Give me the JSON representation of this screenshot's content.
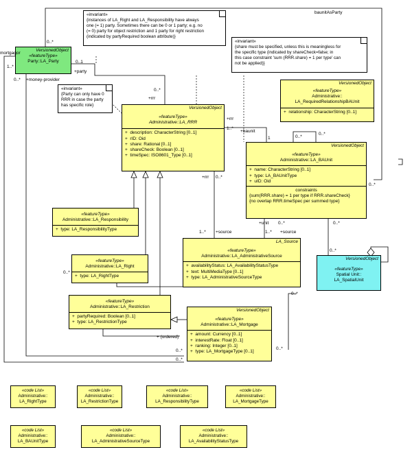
{
  "notes": {
    "n1": {
      "title": "«invariant»",
      "lines": [
        "{instances of LA_Right and LA_Responsibility have always",
        "one (= 1) party. Sometimes there can be 0 or 1 party; e.g. no",
        "(= 0) party for object restriction and 1 party for right restriction",
        "(indicated by partyRequired boolean attribute)}"
      ]
    },
    "n2": {
      "title": "«invariant»",
      "lines": [
        "{share must be specified, unless this is meaningless for",
        "the specific type (indicated by shareCheck=false; in",
        "this case constraint 'sum (RRR.share) = 1 per type' can",
        "not be applied)}"
      ]
    },
    "n3": {
      "title": "«invariant»",
      "lines": [
        "{Party can only have 0",
        "RRR in case the party",
        "has specific role}"
      ]
    }
  },
  "classes": {
    "party": {
      "vo": "VersionedObject",
      "stereo": "«featureType»",
      "name": "Party::LA_Party"
    },
    "rrr": {
      "vo": "VersionedObject",
      "stereo": "«featureType»",
      "name": "Administrative::LA_RRR",
      "attrs": [
        "description: CharacterString [0..1]",
        "rID: Oid",
        "share: Rational [0..1]",
        "shareCheck: Boolean [0..1]",
        "timeSpec: ISO8601_Type [0..1]"
      ]
    },
    "reqrel": {
      "vo": "VersionedObject",
      "stereo": "«featureType»",
      "name1": "Administrative::",
      "name2": "LA_RequiredRelationshipBAUnit",
      "attrs": [
        "relationship: CharacterString [0..1]"
      ]
    },
    "baunit": {
      "vo": "VersionedObject",
      "stereo": "«featureType»",
      "name": "Administrative::LA_BAUnit",
      "attrs": [
        "name: CharacterString [0..1]",
        "type: LA_BAUnitType",
        "uID: Oid"
      ],
      "constraints_title": "constraints",
      "constraints": [
        "{sum(RRR.share) = 1 per type if RRR.shareCheck}",
        "{no overlap RRR.timeSpec per summed type}"
      ]
    },
    "resp": {
      "stereo": "«featureType»",
      "name": "Administrative::LA_Responsibility",
      "attrs": [
        "type: LA_ResponsibilityType"
      ]
    },
    "right": {
      "stereo": "«featureType»",
      "name": "Administrative::LA_Right",
      "attrs": [
        "type: LA_RightType"
      ]
    },
    "source": {
      "vo": "LA_Source",
      "stereo": "«featureType»",
      "name": "Administrative::LA_AdministrativeSource",
      "attrs": [
        "availabilityStatus: LA_AvailabilityStatusType",
        "text: MultiMediaType [0..1]",
        "type: LA_AdministrativeSourceType"
      ]
    },
    "restr": {
      "stereo": "«featureType»",
      "name": "Administrative::LA_Restriction",
      "attrs": [
        "partyRequired: Boolean [0..1]",
        "type: LA_RestrictionType"
      ]
    },
    "mortgage": {
      "vo": "VersionedObject",
      "stereo": "«featureType»",
      "name": "Administrative::LA_Mortgage",
      "attrs": [
        "amount: Currency [0..1]",
        "interestRate: Float [0..1]",
        "ranking: Integer [0..1]",
        "type: LA_MortgageType [0..1]"
      ]
    },
    "spatial": {
      "vo": "VersionedObject",
      "stereo": "«featureType»",
      "name1": "Spatial Unit::",
      "name2": "LA_SpatialUnit"
    }
  },
  "labels": {
    "bau_as_party": "baunitAsParty",
    "mortgagor": "mortgagor",
    "party_m1": "0..*",
    "party_m2": "0..1",
    "party_m3": "1..*",
    "party_role": "+party",
    "money_m": "0..*",
    "money_role": "+money-provider",
    "rrr_m1": "0..*",
    "rrr_role1": "+rrr",
    "rrr_role2": "+rrr",
    "rrr_m2": "1..*",
    "baunit_role": "+baunit",
    "baunit_m1": "1",
    "rrr_role3": "+rrr",
    "rrr_m3": "0..*",
    "source_m1": "1..*",
    "source_role": "+source",
    "req_m1": "0..*",
    "req_m2": "0..*",
    "unit_role": "+unit",
    "unit_m1": "0..*",
    "src_role2": "+source",
    "src_m2": "1..*",
    "unit_m2": "0..*",
    "spatial_m1": "0..*",
    "bau_m_right": "0..*",
    "right_m": "0..*",
    "ordered": "+ (ordered)",
    "restr_m": "0..*",
    "mort_m": "0..*",
    "src_m3": "0..*",
    "mortgagor_m": "0..*"
  },
  "codelists": [
    {
      "stereo": "«code List»",
      "name1": "Administrative::",
      "name2": "LA_RightType"
    },
    {
      "stereo": "«code List»",
      "name1": "Administrative::",
      "name2": "LA_RestrictionType"
    },
    {
      "stereo": "«code List»",
      "name1": "Administrative::",
      "name2": "LA_ResponsibilityType"
    },
    {
      "stereo": "«code List»",
      "name1": "Administrative::",
      "name2": "LA_MortgageType"
    },
    {
      "stereo": "«code List»",
      "name1": "Administrative::",
      "name2": "LA_BAUnitType"
    },
    {
      "stereo": "«code List»",
      "name1": "Administrative::",
      "name2": "LA_AdministrativeSourceType"
    },
    {
      "stereo": "«code List»",
      "name1": "Administrative::",
      "name2": "LA_AvailabilityStatusType"
    }
  ]
}
